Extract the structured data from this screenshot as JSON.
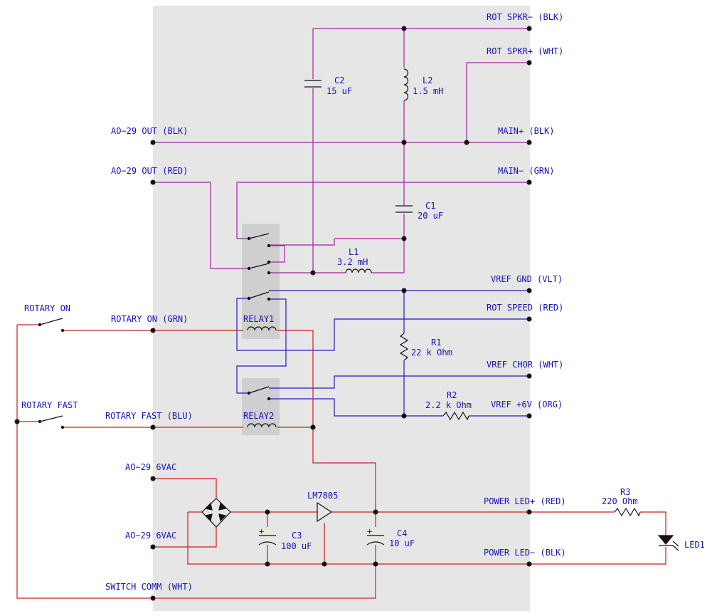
{
  "colors": {
    "board": "#e6e6e6",
    "relay_block": "#cfcfcf",
    "speaker_wire": "#a424a4",
    "signal_wire": "#1c1cbc",
    "power_wire": "#d01c1c",
    "ground_wire": "#222222",
    "label_text": "#1414b4"
  },
  "connectors": {
    "rot_spkr_neg": "ROT SPKR− (BLK)",
    "rot_spkr_pos": "ROT SPKR+ (WHT)",
    "ao29_out_blk": "AO−29 OUT (BLK)",
    "main_pos": "MAIN+ (BLK)",
    "ao29_out_red": "AO−29 OUT (RED)",
    "main_neg": "MAIN− (GRN)",
    "vref_gnd": "VREF GND (VLT)",
    "rotary_on_sw": "ROTARY ON",
    "rot_speed": "ROT SPEED (RED)",
    "rotary_on_grn": "ROTARY ON (GRN)",
    "vref_chor": "VREF CHOR (WHT)",
    "rotary_fast_sw": "ROTARY FAST",
    "vref_6v": "VREF +6V (ORG)",
    "rotary_fast_blu": "ROTARY FAST (BLU)",
    "ao29_6vac_1": "AO−29 6VAC",
    "power_led_pos": "POWER LED+ (RED)",
    "ao29_6vac_2": "AO−29 6VAC",
    "power_led_neg": "POWER LED− (BLK)",
    "switch_comm": "SWITCH COMM (WHT)"
  },
  "components": {
    "c2_ref": "C2",
    "c2_val": "15 uF",
    "l2_ref": "L2",
    "l2_val": "1.5 mH",
    "c1_ref": "C1",
    "c1_val": "20 uF",
    "l1_ref": "L1",
    "l1_val": "3.2 mH",
    "r1_ref": "R1",
    "r1_val": "22 k Ohm",
    "r2_ref": "R2",
    "r2_val": "2.2 k Ohm",
    "relay1": "RELAY1",
    "relay2": "RELAY2",
    "reg": "LM7805",
    "c3_ref": "C3",
    "c3_val": "100 uF",
    "c4_ref": "C4",
    "c4_val": "10 uF",
    "r3_ref": "R3",
    "r3_val": "220  Ohm",
    "led": "LED1",
    "polarity": "+"
  }
}
